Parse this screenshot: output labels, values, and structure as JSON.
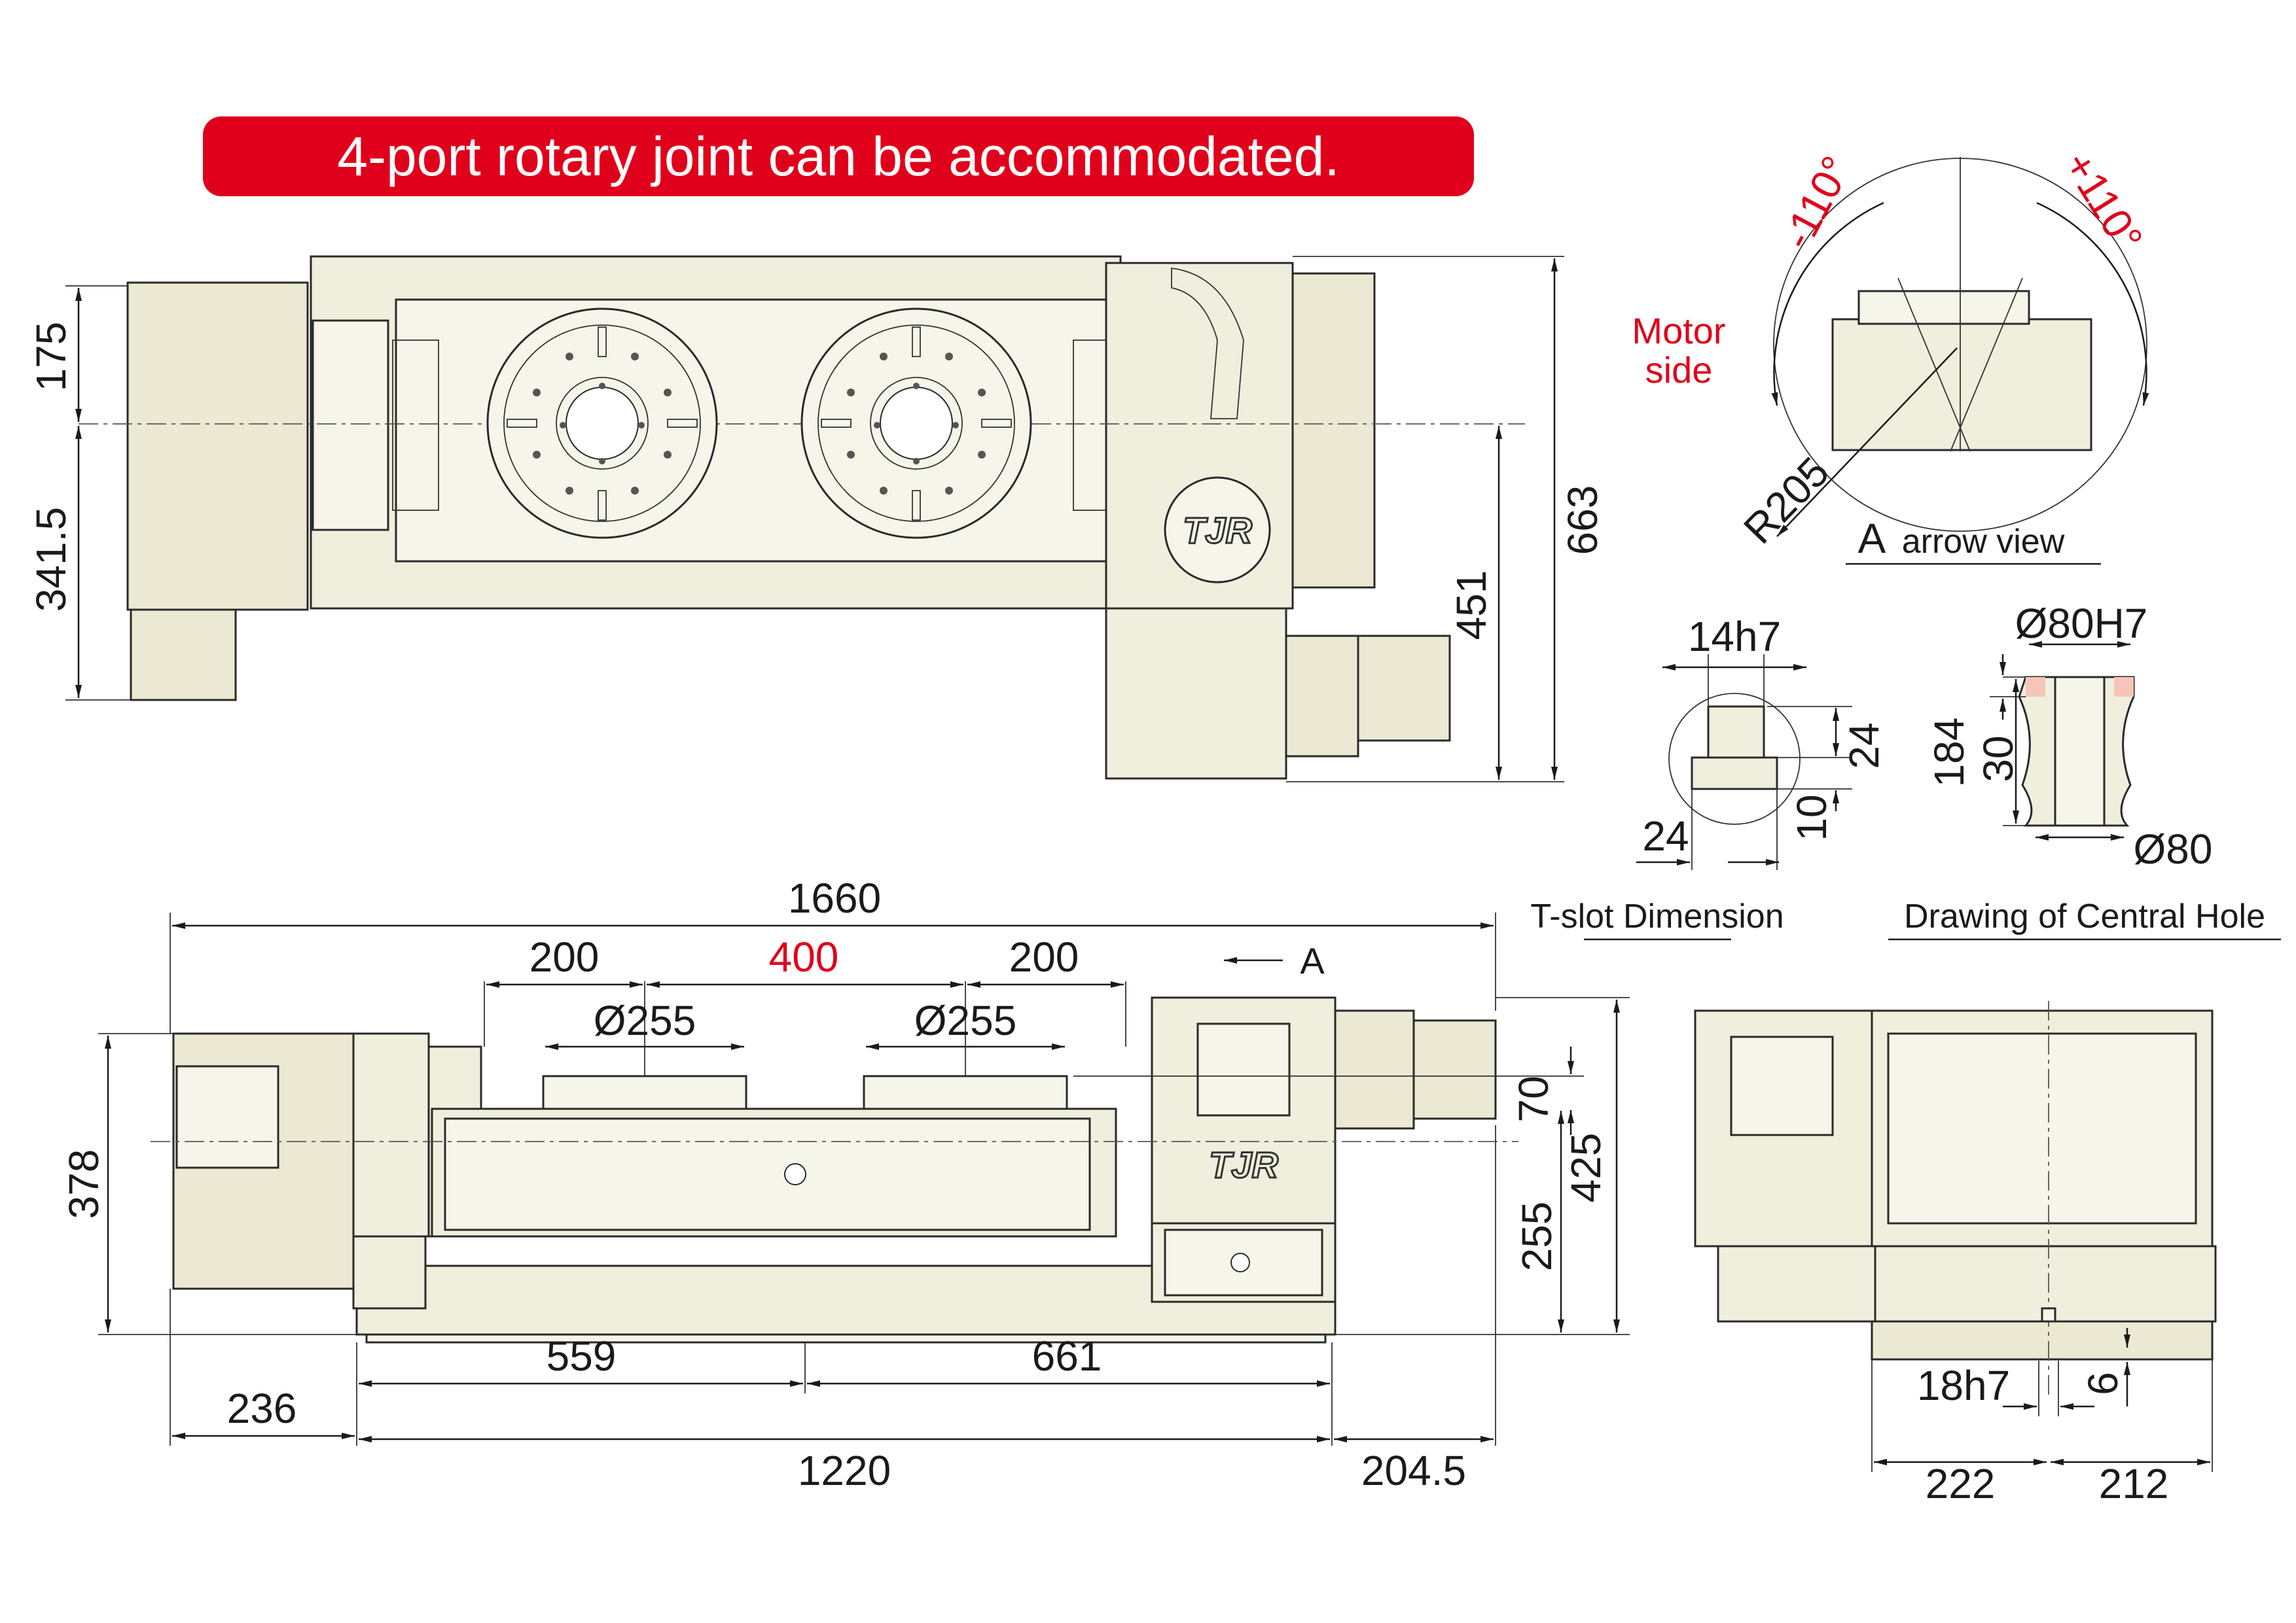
{
  "banner": {
    "text": "4-port rotary joint can be accommodated."
  },
  "top_view": {
    "dims": {
      "d175": "175",
      "d341_5": "341.5",
      "d663": "663",
      "d451": "451"
    },
    "logo": "TJR"
  },
  "arrow_view": {
    "neg_angle": "-110°",
    "pos_angle": "+110°",
    "motor_side": [
      "Motor",
      "side"
    ],
    "radius": "R205",
    "caption_letter": "A",
    "caption_text": "arrow view"
  },
  "tslot": {
    "d14h7": "14h7",
    "d24_right": "24",
    "d10": "10",
    "d24_bottom": "24",
    "caption": "T-slot Dimension"
  },
  "central_hole": {
    "d80h7": "Ø80H7",
    "d184": "184",
    "d30": "30",
    "d80": "Ø80",
    "caption": "Drawing of Central Hole"
  },
  "front_view": {
    "d1660": "1660",
    "d200_left": "200",
    "d400": "400",
    "d200_right": "200",
    "d255_left": "Ø255",
    "d255_right": "Ø255",
    "arrow_label": "A",
    "d378": "378",
    "d70": "70",
    "d425": "425",
    "d255_height": "255",
    "d559": "559",
    "d661": "661",
    "d236": "236",
    "d1220": "1220",
    "d204_5": "204.5",
    "logo": "TJR"
  },
  "side_view": {
    "d18h7": "18h7",
    "d6": "6",
    "d222": "222",
    "d212": "212"
  },
  "colors": {
    "accent": "#e0001b",
    "body": "#f0eedc"
  }
}
